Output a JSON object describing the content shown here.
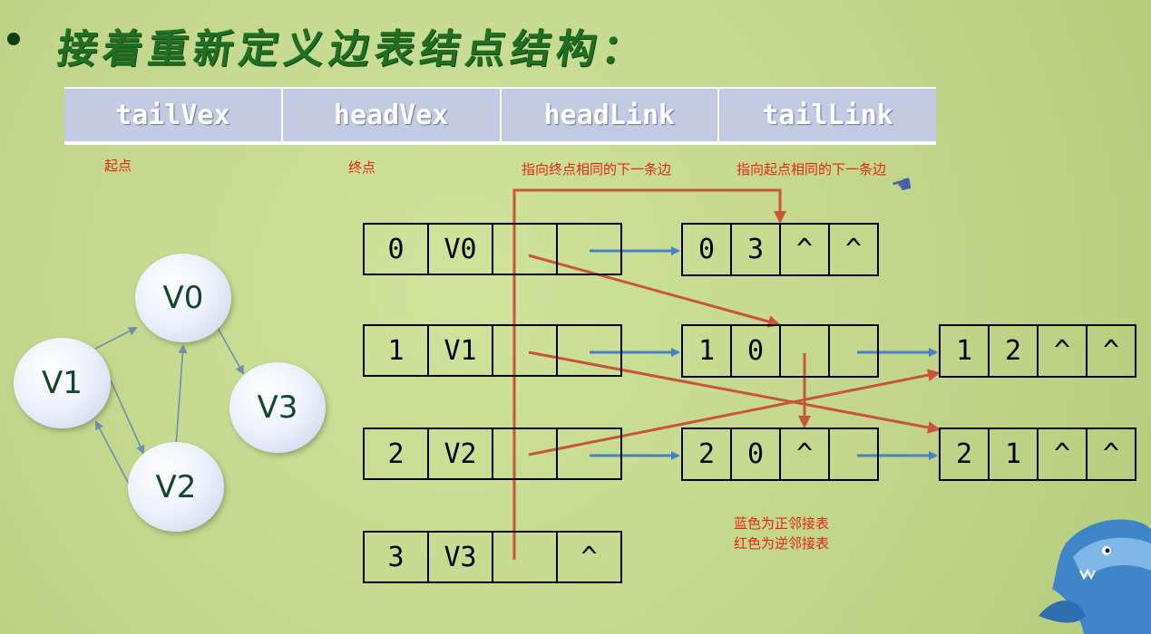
{
  "slide": {
    "title": "接着重新定义边表结点结构：",
    "header_cells": [
      "tailVex",
      "headVex",
      "headLink",
      "tailLink"
    ],
    "notes": {
      "start": "起点",
      "end": "终点",
      "head_link": "指向终点相同的下一条边",
      "tail_link": "指向起点相同的下一条边"
    },
    "legend": [
      "蓝色为正邻接表",
      "红色为逆邻接表"
    ],
    "graph_vertices": [
      "V0",
      "V1",
      "V2",
      "V3"
    ],
    "vertex_rows": [
      [
        "0",
        "V0",
        "",
        ""
      ],
      [
        "1",
        "V1",
        "",
        ""
      ],
      [
        "2",
        "V2",
        "",
        ""
      ],
      [
        "3",
        "V3",
        "",
        "^"
      ]
    ],
    "edge_nodes": [
      [
        "0",
        "3",
        "^",
        "^"
      ],
      [
        "1",
        "0",
        "",
        ""
      ],
      [
        "1",
        "2",
        "^",
        "^"
      ],
      [
        "2",
        "0",
        "^",
        ""
      ],
      [
        "2",
        "1",
        "^",
        "^"
      ]
    ]
  },
  "colors": {
    "blue_arrow": "#4a7fc4",
    "red_arrow": "#c8543c",
    "title": "#1f6e22",
    "note": "#e8231a"
  },
  "icons": [
    "bullet-icon",
    "hand-cursor-icon",
    "shark-mascot-icon"
  ]
}
